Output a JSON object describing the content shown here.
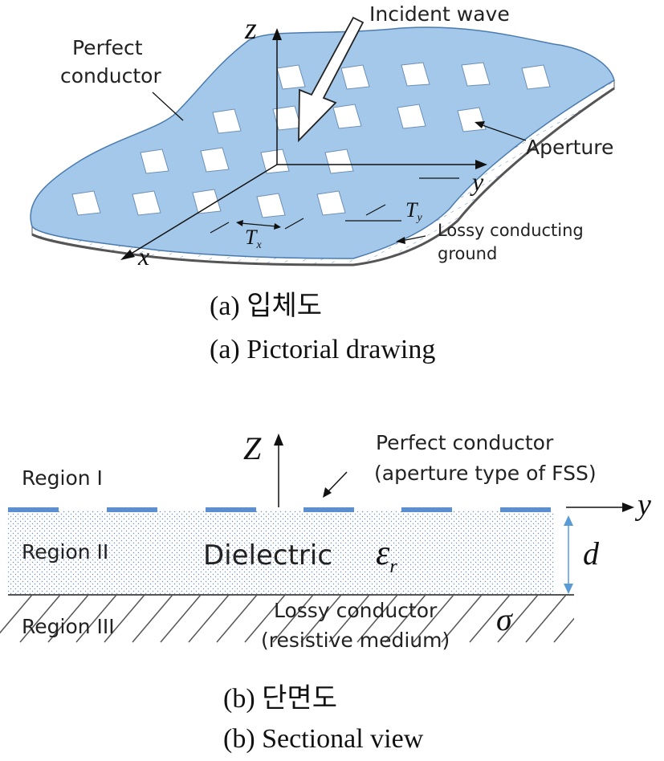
{
  "top": {
    "labels": {
      "perfect1": "Perfect",
      "perfect2": "conductor",
      "incident": "Incident wave",
      "aperture": "Aperture",
      "lossy1": "Lossy conducting",
      "lossy2": "ground",
      "z": "z",
      "y": "y",
      "x": "x",
      "tx": "T",
      "tx_sub": "x",
      "ty": "T",
      "ty_sub": "y"
    },
    "caption_ko": "(a) 입체도",
    "caption_en": "(a) Pictorial drawing"
  },
  "bottom": {
    "labels": {
      "z": "Z",
      "y": "y",
      "perfect1": "Perfect conductor",
      "perfect2": "(aperture type of FSS)",
      "region1": "Region I",
      "region2": "Region II",
      "region3": "Region III",
      "dielectric": "Dielectric",
      "eps": "ε",
      "eps_sub": "r",
      "d": "d",
      "lossy1": "Lossy conductor",
      "lossy2": "(resistive medium)",
      "sigma": "σ"
    },
    "caption_ko": "(b) 단면도",
    "caption_en": "(b) Sectional view"
  },
  "colors": {
    "plate": "#a4c8ea",
    "plate_edge": "#4a7bb0",
    "strip": "#5b8fcf",
    "dots": "#6a8fbf",
    "d_arrow": "#5b9bd5"
  }
}
